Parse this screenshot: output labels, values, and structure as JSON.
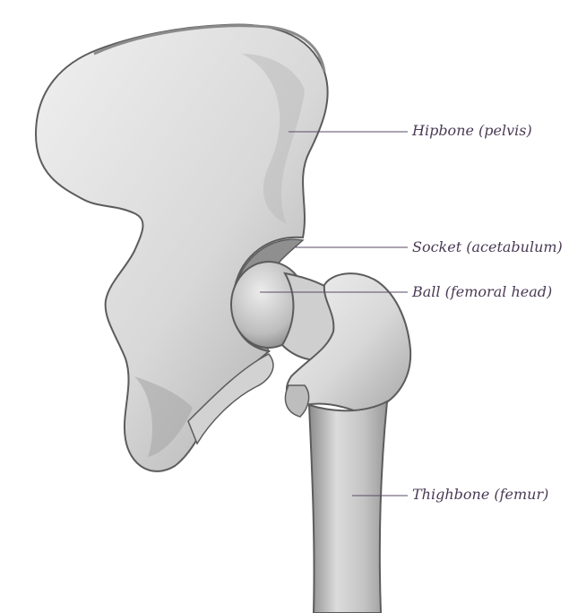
{
  "labels": {
    "hipbone": "Hipbone (pelvis)",
    "socket": "Socket (acetabulum)",
    "ball": "Ball (femoral head)",
    "thighbone": "Thighbone (femur)"
  },
  "colors": {
    "label_text": "#4a3a55",
    "leader_line": "#5a4a66",
    "bone_light": "#e6e6e6",
    "bone_mid": "#cfcfcf",
    "bone_shadow": "#9a9a9a",
    "bone_outline": "#5c5c5c"
  }
}
